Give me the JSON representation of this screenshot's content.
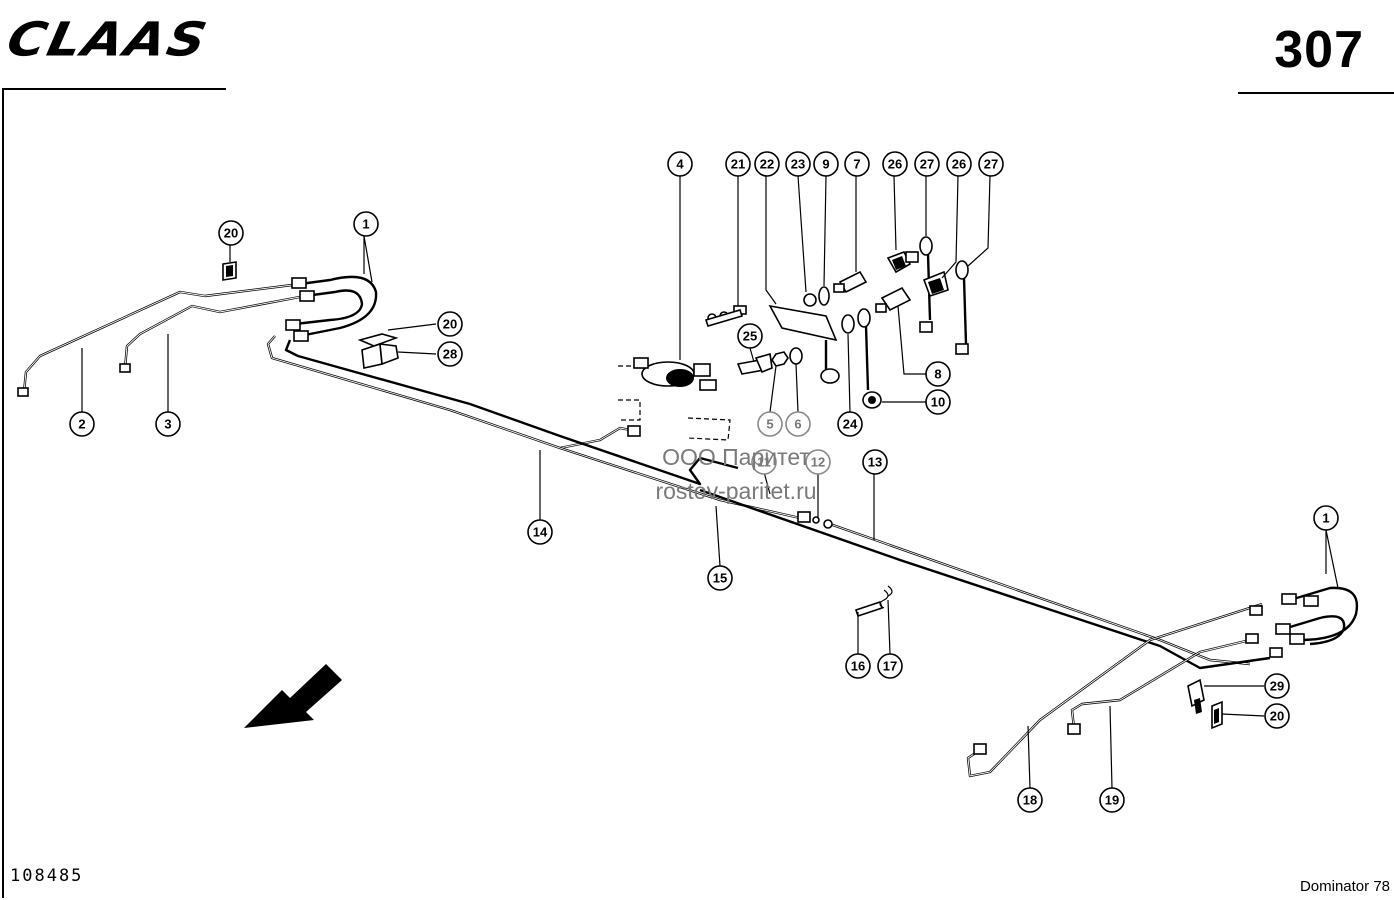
{
  "header": {
    "brand": "CLAAS",
    "page_number": "307"
  },
  "footer": {
    "doc_number": "108485",
    "model": "Dominator 78"
  },
  "watermark": {
    "line1": "ООО Паритет",
    "line2": "rostov-paritet.ru"
  },
  "callouts": [
    {
      "id": "c1a",
      "label": "1"
    },
    {
      "id": "c20a",
      "label": "20"
    },
    {
      "id": "c2",
      "label": "2"
    },
    {
      "id": "c3",
      "label": "3"
    },
    {
      "id": "c20b",
      "label": "20"
    },
    {
      "id": "c28",
      "label": "28"
    },
    {
      "id": "c4",
      "label": "4"
    },
    {
      "id": "c21",
      "label": "21"
    },
    {
      "id": "c22",
      "label": "22"
    },
    {
      "id": "c23",
      "label": "23"
    },
    {
      "id": "c9",
      "label": "9"
    },
    {
      "id": "c7",
      "label": "7"
    },
    {
      "id": "c26a",
      "label": "26"
    },
    {
      "id": "c27a",
      "label": "27"
    },
    {
      "id": "c26b",
      "label": "26"
    },
    {
      "id": "c27b",
      "label": "27"
    },
    {
      "id": "c25",
      "label": "25"
    },
    {
      "id": "c5",
      "label": "5"
    },
    {
      "id": "c6",
      "label": "6"
    },
    {
      "id": "c24",
      "label": "24"
    },
    {
      "id": "c8",
      "label": "8"
    },
    {
      "id": "c10",
      "label": "10"
    },
    {
      "id": "c11",
      "label": "11"
    },
    {
      "id": "c12",
      "label": "12"
    },
    {
      "id": "c13",
      "label": "13"
    },
    {
      "id": "c14",
      "label": "14"
    },
    {
      "id": "c15",
      "label": "15"
    },
    {
      "id": "c16",
      "label": "16"
    },
    {
      "id": "c17",
      "label": "17"
    },
    {
      "id": "c1b",
      "label": "1"
    },
    {
      "id": "c29",
      "label": "29"
    },
    {
      "id": "c20c",
      "label": "20"
    },
    {
      "id": "c18",
      "label": "18"
    },
    {
      "id": "c19",
      "label": "19"
    }
  ]
}
